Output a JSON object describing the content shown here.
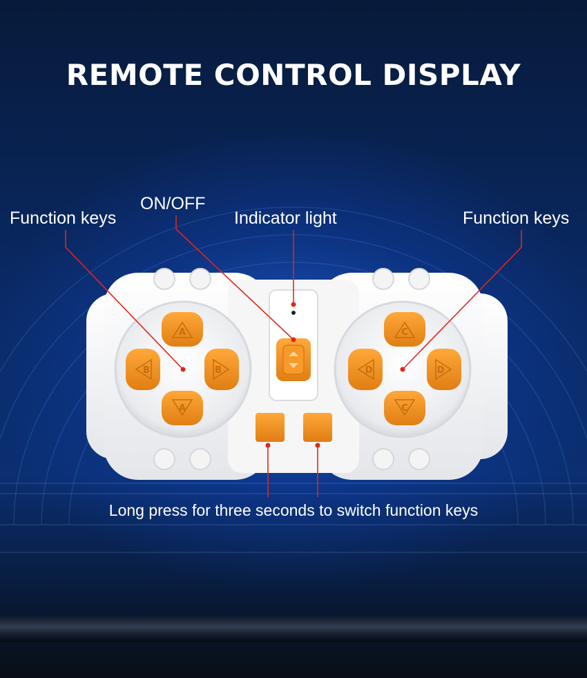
{
  "title": "REMOTE CONTROL DISPLAY",
  "labels": {
    "function_keys_left": "Function keys",
    "on_off": "ON/OFF",
    "indicator_light": "Indicator light",
    "function_keys_right": "Function keys",
    "long_press": "Long press for three seconds to switch function keys"
  },
  "buttons": {
    "left": {
      "up": "A",
      "down": "A",
      "left": "B",
      "right": "B"
    },
    "right": {
      "up": "C",
      "down": "C",
      "left": "D",
      "right": "D"
    }
  },
  "colors": {
    "accent_orange": "#f0901e",
    "device_white": "#f2f2f2",
    "callout_red": "#e1261c",
    "background_blue": "#0b2f72"
  }
}
